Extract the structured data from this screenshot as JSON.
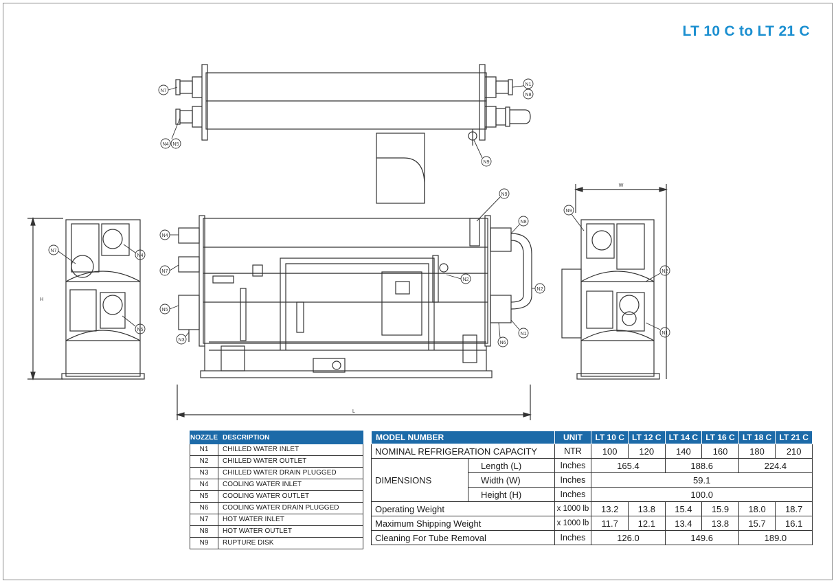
{
  "title": "LT 10 C to LT 21 C",
  "diagram_labels": {
    "w": "W",
    "h": "H",
    "l": "L",
    "n1": "N1",
    "n2": "N2",
    "n3": "N3",
    "n4": "N4",
    "n5": "N5",
    "n6": "N6",
    "n7": "N7",
    "n8": "N8",
    "n9": "N9"
  },
  "nozzle_table": {
    "headers": {
      "nozzle": "NOZZLE",
      "description": "DESCRIPTION"
    },
    "rows": [
      {
        "nozzle": "N1",
        "description": "CHILLED WATER INLET"
      },
      {
        "nozzle": "N2",
        "description": "CHILLED WATER OUTLET"
      },
      {
        "nozzle": "N3",
        "description": "CHILLED WATER DRAIN PLUGGED"
      },
      {
        "nozzle": "N4",
        "description": "COOLING WATER INLET"
      },
      {
        "nozzle": "N5",
        "description": "COOLING WATER OUTLET"
      },
      {
        "nozzle": "N6",
        "description": "COOLING WATER DRAIN PLUGGED"
      },
      {
        "nozzle": "N7",
        "description": "HOT WATER INLET"
      },
      {
        "nozzle": "N8",
        "description": "HOT WATER OUTLET"
      },
      {
        "nozzle": "N9",
        "description": "RUPTURE DISK"
      }
    ]
  },
  "spec_table": {
    "headers": {
      "model": "MODEL NUMBER",
      "unit": "UNIT",
      "models": [
        "LT 10 C",
        "LT 12 C",
        "LT 14 C",
        "LT 16 C",
        "LT 18 C",
        "LT 21 C"
      ]
    },
    "capacity": {
      "label": "NOMINAL REFRIGERATION CAPACITY",
      "unit": "NTR",
      "values": [
        "100",
        "120",
        "140",
        "160",
        "180",
        "210"
      ]
    },
    "dimensions": {
      "label": "DIMENSIONS",
      "length": {
        "label": "Length  (L)",
        "unit": "Inches",
        "values": [
          "165.4",
          "188.6",
          "224.4"
        ]
      },
      "width": {
        "label": "Width (W)",
        "unit": "Inches",
        "value": "59.1"
      },
      "height": {
        "label": "Height (H)",
        "unit": "Inches",
        "value": "100.0"
      }
    },
    "operating_weight": {
      "label": "Operating Weight",
      "unit": "x 1000 lb",
      "values": [
        "13.2",
        "13.8",
        "15.4",
        "15.9",
        "18.0",
        "18.7"
      ]
    },
    "shipping_weight": {
      "label": "Maximum Shipping Weight",
      "unit": "x 1000 lb",
      "values": [
        "11.7",
        "12.1",
        "13.4",
        "13.8",
        "15.7",
        "16.1"
      ]
    },
    "cleaning": {
      "label": "Cleaning  For Tube Removal",
      "unit": "Inches",
      "values": [
        "126.0",
        "149.6",
        "189.0"
      ]
    }
  }
}
